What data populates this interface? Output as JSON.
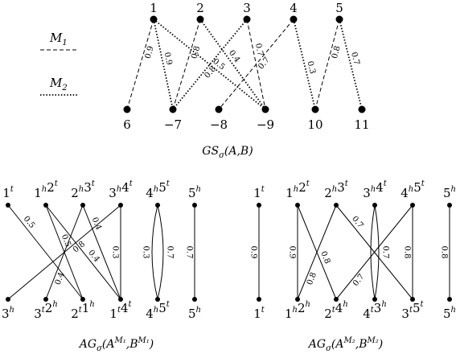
{
  "top_graph": {
    "top_nodes": [
      "1",
      "2",
      "3",
      "4",
      "5"
    ],
    "bottom_nodes": [
      "6",
      "−7",
      "−8",
      "−9",
      "10",
      "11"
    ],
    "edges": [
      {
        "from": "1",
        "to": "6",
        "weight": "0.9",
        "style": "dashed"
      },
      {
        "from": "1",
        "to": "−7",
        "weight": "0.9",
        "style": "dotted"
      },
      {
        "from": "1",
        "to": "−9",
        "weight": "0.5",
        "style": "dotted"
      },
      {
        "from": "2",
        "to": "−7",
        "weight": "0.8",
        "style": "dashed"
      },
      {
        "from": "2",
        "to": "−9",
        "weight": "0.4",
        "style": "dotted"
      },
      {
        "from": "3",
        "to": "−7",
        "weight": "0.8",
        "style": "dotted"
      },
      {
        "from": "3",
        "to": "−9",
        "weight": "0.7",
        "style": "dashed"
      },
      {
        "from": "4",
        "to": "−8",
        "weight": "0.7",
        "style": "dashed"
      },
      {
        "from": "4",
        "to": "10",
        "weight": "0.3",
        "style": "dotted"
      },
      {
        "from": "5",
        "to": "10",
        "weight": "0.8",
        "style": "dashed"
      },
      {
        "from": "5",
        "to": "11",
        "weight": "0.7",
        "style": "dotted"
      }
    ],
    "caption": {
      "base": "GS",
      "sub": "σ",
      "args": "(A,B)"
    }
  },
  "legend": {
    "m1": {
      "base": "M",
      "sub": "1",
      "style": "dashed"
    },
    "m2": {
      "base": "M",
      "sub": "2",
      "style": "dotted"
    }
  },
  "agm1": {
    "top_nodes": [
      {
        "id": "1t",
        "parts": [
          {
            "n": "1",
            "s": "t"
          }
        ]
      },
      {
        "id": "1h2t",
        "parts": [
          {
            "n": "1",
            "s": "h"
          },
          {
            "n": "2",
            "s": "t"
          }
        ]
      },
      {
        "id": "2h3t",
        "parts": [
          {
            "n": "2",
            "s": "h"
          },
          {
            "n": "3",
            "s": "t"
          }
        ]
      },
      {
        "id": "3h4t",
        "parts": [
          {
            "n": "3",
            "s": "h"
          },
          {
            "n": "4",
            "s": "t"
          }
        ]
      },
      {
        "id": "4h5t",
        "parts": [
          {
            "n": "4",
            "s": "h"
          },
          {
            "n": "5",
            "s": "t"
          }
        ]
      },
      {
        "id": "5h",
        "parts": [
          {
            "n": "5",
            "s": "h"
          }
        ]
      }
    ],
    "bottom_nodes": [
      {
        "id": "3h",
        "parts": [
          {
            "n": "3",
            "s": "h"
          }
        ]
      },
      {
        "id": "3t2h",
        "parts": [
          {
            "n": "3",
            "s": "t"
          },
          {
            "n": "2",
            "s": "h"
          }
        ]
      },
      {
        "id": "2t1h",
        "parts": [
          {
            "n": "2",
            "s": "t"
          },
          {
            "n": "1",
            "s": "h"
          }
        ]
      },
      {
        "id": "1t4t",
        "parts": [
          {
            "n": "1",
            "s": "t"
          },
          {
            "n": "4",
            "s": "t"
          }
        ]
      },
      {
        "id": "4h5t",
        "parts": [
          {
            "n": "4",
            "s": "h"
          },
          {
            "n": "5",
            "s": "t"
          }
        ]
      },
      {
        "id": "5h",
        "parts": [
          {
            "n": "5",
            "s": "h"
          }
        ]
      }
    ],
    "edges": [
      {
        "from": 0,
        "to": 2,
        "weight": "0.5"
      },
      {
        "from": 1,
        "to": 2,
        "weight": "0.5"
      },
      {
        "from": 1,
        "to": 3,
        "weight": "0.4"
      },
      {
        "from": 2,
        "to": 1,
        "weight": "0.4"
      },
      {
        "from": 2,
        "to": 3,
        "weight": "0.4"
      },
      {
        "from": 3,
        "to": 0,
        "weight": "0.8"
      },
      {
        "from": 3,
        "to": 3,
        "weight": "0.3"
      },
      {
        "from": 4,
        "to": 4,
        "weight": "0.3",
        "curve": -14
      },
      {
        "from": 4,
        "to": 4,
        "weight": "0.7",
        "curve": 14
      },
      {
        "from": 5,
        "to": 5,
        "weight": "0.7"
      }
    ],
    "caption": {
      "base": "AG",
      "sub": "σ",
      "arg1": "A",
      "sup1": "M₁",
      "arg2": "B",
      "sup2": "M₁"
    }
  },
  "agm2": {
    "top_nodes": [
      {
        "id": "1t",
        "parts": [
          {
            "n": "1",
            "s": "t"
          }
        ]
      },
      {
        "id": "1h2t",
        "parts": [
          {
            "n": "1",
            "s": "h"
          },
          {
            "n": "2",
            "s": "t"
          }
        ]
      },
      {
        "id": "2h3t",
        "parts": [
          {
            "n": "2",
            "s": "h"
          },
          {
            "n": "3",
            "s": "t"
          }
        ]
      },
      {
        "id": "3h4t",
        "parts": [
          {
            "n": "3",
            "s": "h"
          },
          {
            "n": "4",
            "s": "t"
          }
        ]
      },
      {
        "id": "4h5t",
        "parts": [
          {
            "n": "4",
            "s": "h"
          },
          {
            "n": "5",
            "s": "t"
          }
        ]
      },
      {
        "id": "5h",
        "parts": [
          {
            "n": "5",
            "s": "h"
          }
        ]
      }
    ],
    "bottom_nodes": [
      {
        "id": "1t",
        "parts": [
          {
            "n": "1",
            "s": "t"
          }
        ]
      },
      {
        "id": "1h2h",
        "parts": [
          {
            "n": "1",
            "s": "h"
          },
          {
            "n": "2",
            "s": "h"
          }
        ]
      },
      {
        "id": "2t4h",
        "parts": [
          {
            "n": "2",
            "s": "t"
          },
          {
            "n": "4",
            "s": "h"
          }
        ]
      },
      {
        "id": "4t3h",
        "parts": [
          {
            "n": "4",
            "s": "t"
          },
          {
            "n": "3",
            "s": "h"
          }
        ]
      },
      {
        "id": "3t5t",
        "parts": [
          {
            "n": "3",
            "s": "t"
          },
          {
            "n": "5",
            "s": "t"
          }
        ]
      },
      {
        "id": "5h",
        "parts": [
          {
            "n": "5",
            "s": "h"
          }
        ]
      }
    ],
    "edges": [
      {
        "from": 0,
        "to": 0,
        "weight": "0.9"
      },
      {
        "from": 1,
        "to": 1,
        "weight": "0.9"
      },
      {
        "from": 1,
        "to": 2,
        "weight": "0.8"
      },
      {
        "from": 2,
        "to": 1,
        "weight": "0.8"
      },
      {
        "from": 2,
        "to": 4,
        "weight": "0.7"
      },
      {
        "from": 3,
        "to": 3,
        "weight": "0.7",
        "curve": 10
      },
      {
        "from": 3,
        "to": 3,
        "weight": "",
        "curve": -10
      },
      {
        "from": 4,
        "to": 2,
        "weight": "0.7"
      },
      {
        "from": 4,
        "to": 4,
        "weight": "0.8"
      },
      {
        "from": 5,
        "to": 5,
        "weight": "0.8"
      }
    ],
    "caption": {
      "base": "AG",
      "sub": "σ",
      "arg1": "A",
      "sup1": "M₂",
      "arg2": "B",
      "sup2": "M₂"
    }
  }
}
